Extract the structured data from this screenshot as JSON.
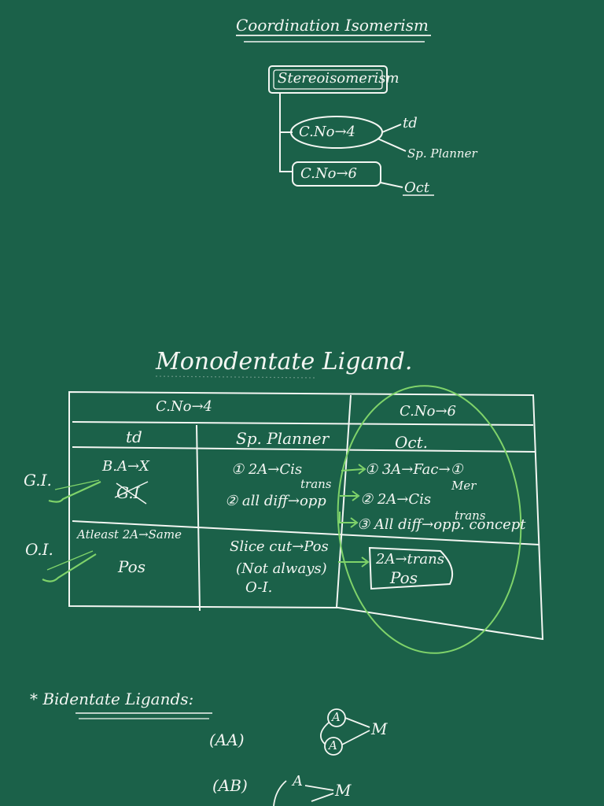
{
  "board": {
    "background": "#1b6149",
    "chalk_color": "#f3f6f2",
    "highlight_color": "#7fd36a"
  },
  "section1": {
    "title": "Coordination Isomerism",
    "root": "Stereoisomerism",
    "cn4": "C.No→4",
    "cn4_td": "td",
    "cn4_sp": "Sp. Planner",
    "cn6": "C.No→6",
    "cn6_oct": "Oct"
  },
  "section2": {
    "title": "Monodentate Ligand.",
    "table": {
      "group_cn4": "C.No→4",
      "group_cn6": "C.No→6",
      "col_td": "td",
      "col_sp": "Sp. Planner",
      "col_oct": "Oct.",
      "row_gi_label": "G.I.",
      "row_oi_label": "O.I.",
      "gi_td_line1": "B.A→X",
      "gi_td_line2": "G.I",
      "gi_sp_line1": "① 2A→Cis",
      "gi_sp_line1b": "trans",
      "gi_sp_line2": "② all diff→opp",
      "gi_oct_line1": "① 3A→Fac→①",
      "gi_oct_line1b": "Mer",
      "gi_oct_line2": "② 2A→Cis",
      "gi_oct_line2b": "trans",
      "gi_oct_line3": "③ All diff→opp. concept",
      "oi_td_line1": "Atleast 2A→Same",
      "oi_td_line2": "Pos",
      "oi_sp_line1": "Slice cut→Pos",
      "oi_sp_line2": "(Not always)",
      "oi_sp_line3": "O-I.",
      "oi_oct_line1": "2A→trans",
      "oi_oct_line2": "Pos"
    }
  },
  "section3": {
    "title": "* Bidentate Ligands:",
    "aa_label": "(AA)",
    "ab_label": "(AB)",
    "aa_atom1": "A",
    "aa_atom2": "A",
    "aa_metal": "M",
    "ab_atom": "A",
    "ab_metal": "M"
  }
}
